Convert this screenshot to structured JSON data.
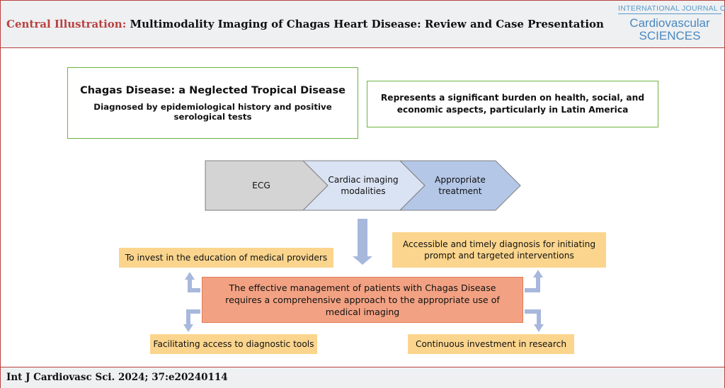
{
  "header": {
    "label": "Central Illustration:",
    "title": "Multimodality Imaging of Chagas Heart Disease: Review and Case Presentation"
  },
  "logo": {
    "line1": "INTERNATIONAL JOURNAL OF",
    "line2": "Cardiovascular",
    "line3": "SCIENCES"
  },
  "top_boxes": {
    "left_title": "Chagas Disease: a Neglected Tropical Disease",
    "left_subtitle": "Diagnosed by epidemiological history and positive serological tests",
    "right_text": "Represents a significant burden on health, social, and economic aspects, particularly in Latin America"
  },
  "process_steps": [
    {
      "label": "ECG",
      "color": "#d4d4d4"
    },
    {
      "label": "Cardiac imaging modalities",
      "color": "#dae3f3"
    },
    {
      "label": "Appropriate treatment",
      "color": "#b4c7e7"
    }
  ],
  "central_text": "The effective management of patients with Chagas Disease requires a comprehensive approach to the appropriate use of medical imaging",
  "outcomes": {
    "top_left": "To invest in the education of medical providers",
    "top_right": "Accessible and timely diagnosis for initiating prompt and targeted interventions",
    "bottom_left": "Facilitating access to diagnostic tools",
    "bottom_right": "Continuous investment in research"
  },
  "footer": {
    "citation": "Int J Cardiovasc Sci. 2024; 37:e20240114"
  },
  "colors": {
    "accent_red": "#b8413f",
    "green_border": "#6cb33f",
    "orange_box": "#fbd58d",
    "central_box": "#f2a283",
    "arrow_blue": "#a8b8dc",
    "logo_blue": "#4a88c0"
  }
}
